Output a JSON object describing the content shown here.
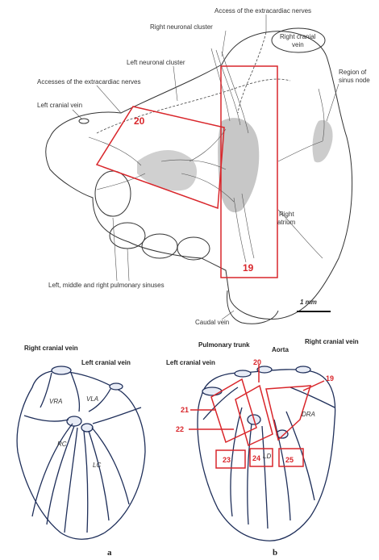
{
  "top_diagram": {
    "labels": {
      "access_extracardiac_top": "Access of the extracardiac nerves",
      "right_neuronal_cluster": "Right neuronal cluster",
      "right_cranial_vein_line1": "Right cranial",
      "right_cranial_vein_line2": "vein",
      "left_neuronal_cluster": "Left neuronal cluster",
      "accesses_extracardiac": "Accesses of the extracardiac nerves",
      "region_sinus_line1": "Region of",
      "region_sinus_line2": "sinus node",
      "left_cranial_vein": "Left cranial vein",
      "right_atrium_line1": "Right",
      "right_atrium_line2": "atrium",
      "pulmonary_sinuses": "Left, middle and right pulmonary sinuses",
      "caudal_vein": "Caudal vein",
      "scale": "1 mm"
    },
    "boxes": [
      "20",
      "19"
    ]
  },
  "panel_a": {
    "labels": {
      "right_cranial_vein": "Right cranial vein",
      "left_cranial_vein": "Left cranial vein",
      "vra": "VRA",
      "vla": "VLA",
      "rc": "RC",
      "lc": "LC"
    },
    "letter": "a"
  },
  "panel_b": {
    "labels": {
      "pulmonary_trunk": "Pulmonary trunk",
      "aorta": "Aorta",
      "right_cranial_vein": "Right cranial vein",
      "left_cranial_vein": "Left cranial vein",
      "dra": "DRA",
      "ld": "LD"
    },
    "numbers": [
      "20",
      "19",
      "21",
      "22",
      "23",
      "24",
      "25"
    ],
    "letter": "b"
  },
  "colors": {
    "annotation_red": "#d9262b",
    "ink": "#333333",
    "panel_blue": "#1f2f5a"
  }
}
